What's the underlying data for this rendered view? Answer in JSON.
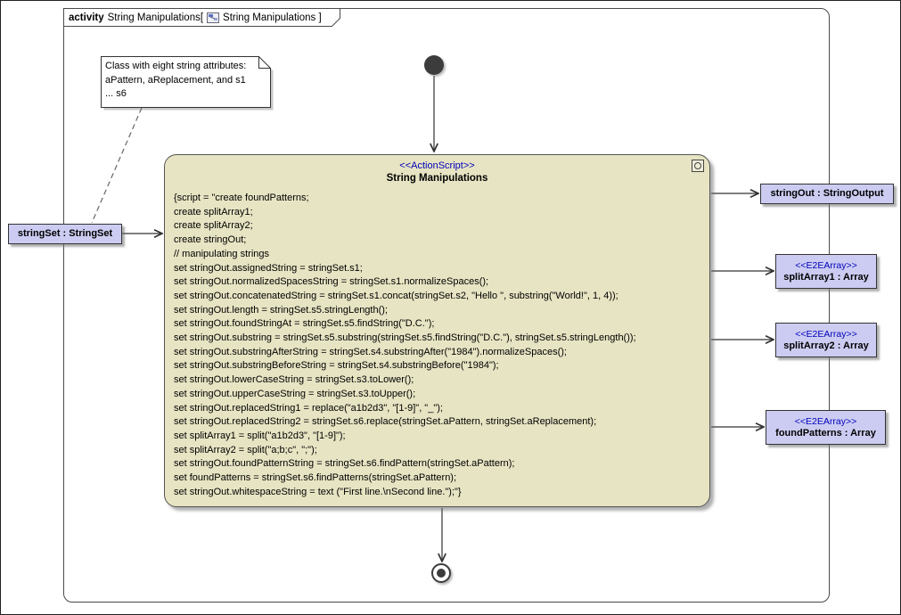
{
  "frame": {
    "keyword": "activity",
    "name": "String Manipulations[",
    "diagram_ref": "String Manipulations ]"
  },
  "note": {
    "lines": [
      "Class with eight string attributes:",
      "aPattern, aReplacement, and s1",
      "... s6"
    ]
  },
  "action": {
    "stereotype": "<<ActionScript>>",
    "name": "String Manipulations",
    "script_lines": [
      "{script = \"create foundPatterns;",
      "create splitArray1;",
      "create splitArray2;",
      "create stringOut;",
      "// manipulating strings",
      "set stringOut.assignedString = stringSet.s1;",
      "set stringOut.normalizedSpacesString = stringSet.s1.normalizeSpaces();",
      "set stringOut.concatenatedString = stringSet.s1.concat(stringSet.s2, \"Hello \", substring(\"World!\", 1, 4));",
      "set stringOut.length = stringSet.s5.stringLength();",
      "set stringOut.foundStringAt = stringSet.s5.findString(\"D.C.\");",
      "set stringOut.substring = stringSet.s5.substring(stringSet.s5.findString(\"D.C.\"), stringSet.s5.stringLength());",
      "set stringOut.substringAfterString = stringSet.s4.substringAfter(\"1984\").normalizeSpaces();",
      "set stringOut.substringBeforeString = stringSet.s4.substringBefore(\"1984\");",
      "set stringOut.lowerCaseString = stringSet.s3.toLower();",
      "set stringOut.upperCaseString = stringSet.s3.toUpper();",
      "set stringOut.replacedString1 = replace(\"a1b2d3\", \"[1-9]\", \"_\");",
      "set stringOut.replacedString2 = stringSet.s6.replace(stringSet.aPattern, stringSet.aReplacement);",
      "set splitArray1 = split(\"a1b2d3\", \"[1-9]\");",
      "set splitArray2 = split(\"a;b;c\", \";\");",
      "set stringOut.foundPatternString = stringSet.s6.findPattern(stringSet.aPattern);",
      "set foundPatterns = stringSet.s6.findPatterns(stringSet.aPattern);",
      "set stringOut.whitespaceString = text (\"First line.\\nSecond line.\");\"}"
    ]
  },
  "pins": {
    "input": {
      "label": "stringSet : StringSet"
    },
    "outputs": [
      {
        "label": "stringOut : StringOutput"
      },
      {
        "stereotype": "<<E2EArray>>",
        "label": "splitArray1 : Array"
      },
      {
        "stereotype": "<<E2EArray>>",
        "label": "splitArray2 : Array"
      },
      {
        "stereotype": "<<E2EArray>>",
        "label": "foundPatterns : Array"
      }
    ]
  },
  "colors": {
    "action_fill": "#e7e4c3",
    "pin_fill": "#ccccf2",
    "stereotype_blue": "#0000bb",
    "node_fill": "#3c3c3c"
  }
}
